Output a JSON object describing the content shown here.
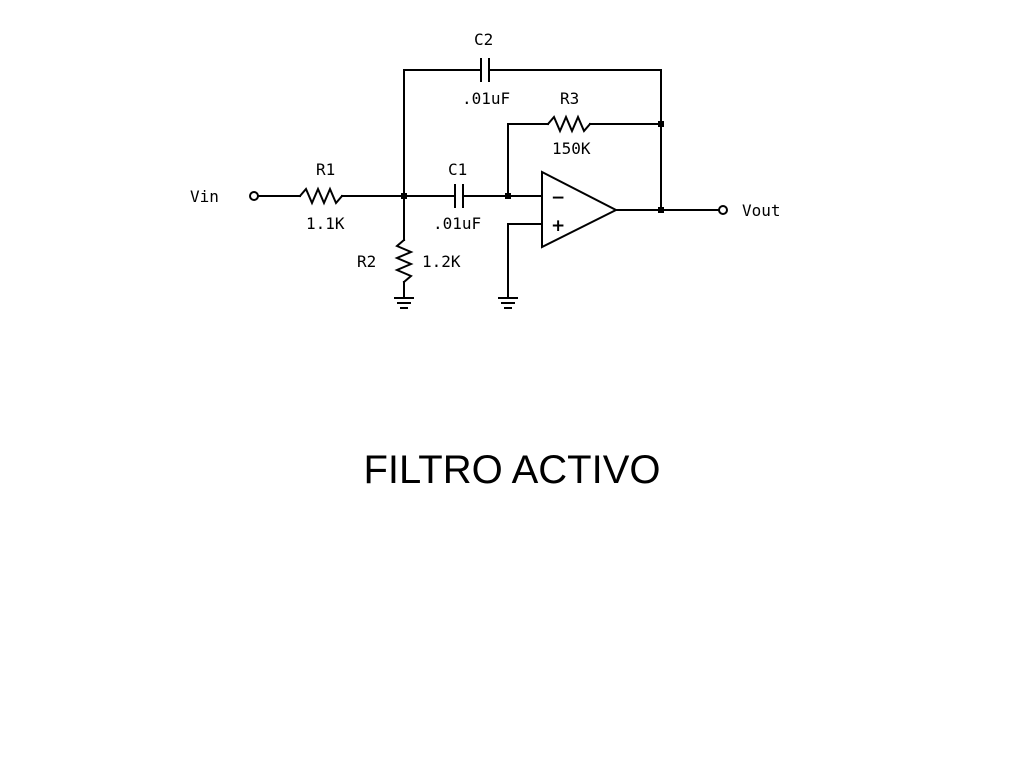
{
  "slide": {
    "title": "FILTRO ACTIVO"
  },
  "schematic": {
    "input": {
      "label": "Vin"
    },
    "output": {
      "label": "Vout"
    },
    "components": {
      "r1": {
        "ref": "R1",
        "value": "1.1K"
      },
      "r2": {
        "ref": "R2",
        "value": "1.2K"
      },
      "r3": {
        "ref": "R3",
        "value": "150K"
      },
      "c1": {
        "ref": "C1",
        "value": ".01uF"
      },
      "c2": {
        "ref": "C2",
        "value": ".01uF"
      }
    },
    "opamp": {
      "inverting_sign": "−",
      "noninverting_sign": "+"
    }
  }
}
